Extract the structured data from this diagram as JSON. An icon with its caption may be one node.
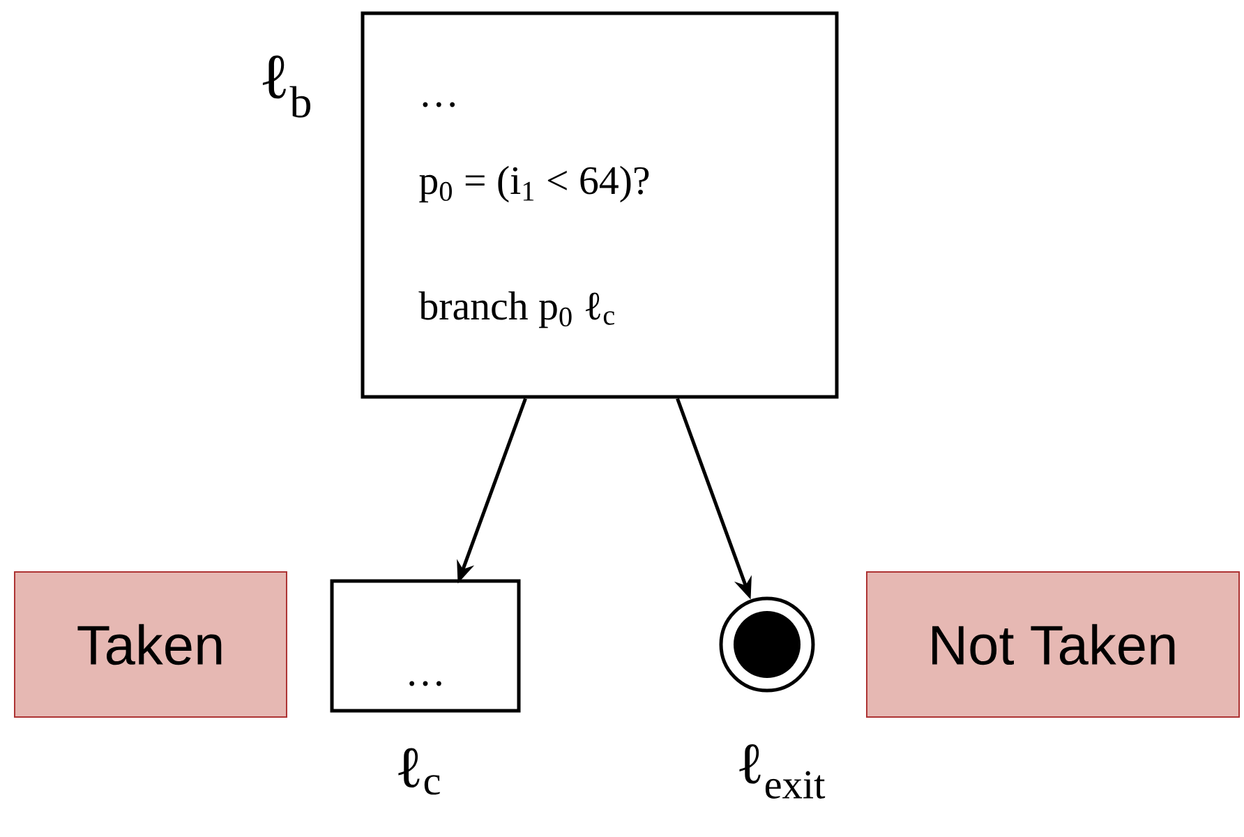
{
  "diagram": {
    "nodes": [
      {
        "text": [
          "…",
          "p$_{0}$ = (i$_{1}$ < 64)?",
          "branch p$_{0}$ ℓ$_{c}$"
        ],
        "beside": [
          "ℓ$_{b}$"
        ]
      },
      {
        "text": [
          "…"
        ],
        "beside": [
          "ℓ$_{c}$"
        ]
      },
      {
        "text": [],
        "shape": "circle",
        "beside": [
          "ℓ$_{exit}$"
        ]
      },
      {
        "text": [
          "Taken"
        ]
      },
      {
        "text": [
          "Not Taken"
        ]
      }
    ],
    "edges": [
      {
        "from": 0,
        "to": 1,
        "arrow": "to"
      },
      {
        "from": 0,
        "to": 2,
        "arrow": "to"
      }
    ]
  }
}
